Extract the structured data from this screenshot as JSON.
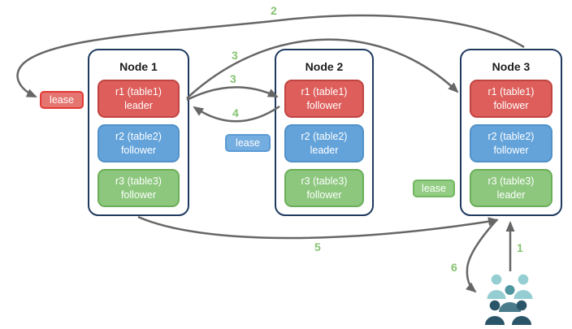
{
  "nodes": [
    {
      "title": "Node 1",
      "replicas": [
        {
          "name": "r1 (table1)",
          "role": "leader",
          "color": "red"
        },
        {
          "name": "r2 (table2)",
          "role": "follower",
          "color": "blue"
        },
        {
          "name": "r3 (table3)",
          "role": "follower",
          "color": "green"
        }
      ]
    },
    {
      "title": "Node 2",
      "replicas": [
        {
          "name": "r1 (table1)",
          "role": "follower",
          "color": "red"
        },
        {
          "name": "r2 (table2)",
          "role": "leader",
          "color": "blue"
        },
        {
          "name": "r3 (table3)",
          "role": "follower",
          "color": "green"
        }
      ]
    },
    {
      "title": "Node 3",
      "replicas": [
        {
          "name": "r1 (table1)",
          "role": "follower",
          "color": "red"
        },
        {
          "name": "r2 (table2)",
          "role": "follower",
          "color": "blue"
        },
        {
          "name": "r3 (table3)",
          "role": "leader",
          "color": "green"
        }
      ]
    }
  ],
  "lease_badges": [
    {
      "label": "lease",
      "color": "red"
    },
    {
      "label": "lease",
      "color": "blue"
    },
    {
      "label": "lease",
      "color": "green"
    }
  ],
  "arrows": [
    {
      "step": "1",
      "from": "users",
      "to": "node3"
    },
    {
      "step": "2",
      "from": "node3",
      "to": "lease-red-badge"
    },
    {
      "step": "3",
      "from": "node1-r1",
      "to": "node2-r1"
    },
    {
      "step": "3",
      "from": "node1-r1",
      "to": "node3-r1"
    },
    {
      "step": "4",
      "from": "node2-r1",
      "to": "node1-r1"
    },
    {
      "step": "5",
      "from": "node1",
      "to": "node3"
    },
    {
      "step": "6",
      "from": "node3",
      "to": "users"
    }
  ],
  "icons": {
    "users_group": "users-group-icon"
  },
  "colors": {
    "replica_red": "#DD5E5B",
    "replica_red_border": "#C04542",
    "replica_blue": "#63A3DA",
    "replica_blue_border": "#5191C8",
    "replica_green": "#8CC77D",
    "replica_green_border": "#6BAE59",
    "badge_red": "#E57571",
    "badge_red_border": "#E23B35",
    "badge_blue": "#74ADDF",
    "badge_blue_border": "#5B9BD5",
    "badge_green": "#92CD83",
    "badge_green_border": "#70B85F",
    "node_border": "#1F3A5F",
    "arrow": "#666666",
    "step_label": "#85C372",
    "users_light": "#94CED2",
    "users_mid_head": "#4F96A1",
    "users_mid_body": "#4A7B8A",
    "users_dark": "#2A5568"
  }
}
